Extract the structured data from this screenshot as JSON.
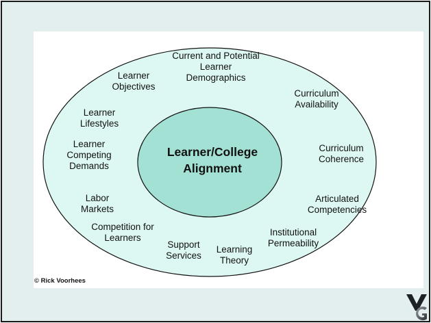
{
  "diagram": {
    "center_lines": [
      "Learner/College",
      "Alignment"
    ],
    "factors": [
      {
        "id": "current-potential-demographics",
        "lines": [
          "Current and Potential",
          "Learner",
          "Demographics"
        ]
      },
      {
        "id": "learner-objectives",
        "lines": [
          "Learner",
          "Objectives"
        ]
      },
      {
        "id": "curriculum-availability",
        "lines": [
          "Curriculum",
          "Availability"
        ]
      },
      {
        "id": "learner-lifestyles",
        "lines": [
          "Learner",
          "Lifestyles"
        ]
      },
      {
        "id": "learner-competing-demands",
        "lines": [
          "Learner",
          "Competing",
          "Demands"
        ]
      },
      {
        "id": "curriculum-coherence",
        "lines": [
          "Curriculum",
          "Coherence"
        ]
      },
      {
        "id": "labor-markets",
        "lines": [
          "Labor",
          "Markets"
        ]
      },
      {
        "id": "articulated-competencies",
        "lines": [
          "Articulated",
          "Competencies"
        ]
      },
      {
        "id": "competition-for-learners",
        "lines": [
          "Competition for",
          "Learners"
        ]
      },
      {
        "id": "institutional-permeability",
        "lines": [
          "Institutional",
          "Permeability"
        ]
      },
      {
        "id": "support-services",
        "lines": [
          "Support",
          "Services"
        ]
      },
      {
        "id": "learning-theory",
        "lines": [
          "Learning",
          "Theory"
        ]
      }
    ],
    "copyright": "© Rick Voorhees"
  },
  "colors": {
    "slide_background": "#e3eeee",
    "outer_ellipse_fill": "#ddf8f2",
    "inner_ellipse_fill": "#a3e1d5",
    "outline": "#111111"
  },
  "logo": {
    "icon": "vg-logo-icon"
  }
}
